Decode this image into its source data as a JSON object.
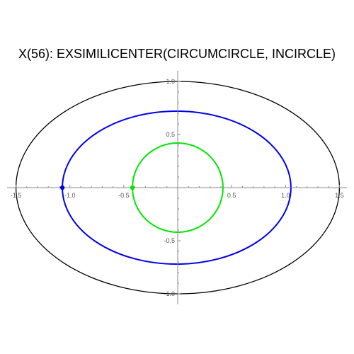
{
  "chart_data": {
    "type": "line",
    "title": "X(56): EXSIMILICENTER(CIRCUMCIRCLE, INCIRCLE)",
    "xlabel": "",
    "ylabel": "",
    "xlim": [
      -1.53,
      1.53
    ],
    "ylim": [
      -1.1,
      1.1
    ],
    "grid": false,
    "x_ticks": [
      {
        "value": -1.5,
        "label": "-1.5"
      },
      {
        "value": -1.0,
        "label": "-1.0"
      },
      {
        "value": -0.5,
        "label": "-0.5"
      },
      {
        "value": 0.5,
        "label": "0.5"
      },
      {
        "value": 1.0,
        "label": "1.0"
      },
      {
        "value": 1.5,
        "label": "1.5"
      }
    ],
    "y_ticks": [
      {
        "value": 1.0,
        "label": "1.0"
      },
      {
        "value": 0.5,
        "label": "0.5"
      },
      {
        "value": -0.5,
        "label": "-0.5"
      },
      {
        "value": -1.0,
        "label": "-1.0"
      }
    ],
    "curves": [
      {
        "id": "outer-ellipse",
        "cx": 0,
        "cy": 0,
        "rx": 1.5,
        "ry": 1.0,
        "color": "#000000"
      },
      {
        "id": "middle-ellipse",
        "cx": -0.01,
        "cy": 0,
        "rx": 1.06,
        "ry": 0.72,
        "color": "#0000e6"
      },
      {
        "id": "inner-circle",
        "cx": 0,
        "cy": 0,
        "rx": 0.42,
        "ry": 0.42,
        "color": "#00e600"
      }
    ],
    "points": [
      {
        "id": "blue-point",
        "x": -1.07,
        "y": 0,
        "color": "#0000e6"
      },
      {
        "id": "green-point",
        "x": -0.42,
        "y": 0,
        "color": "#00e600"
      }
    ]
  }
}
